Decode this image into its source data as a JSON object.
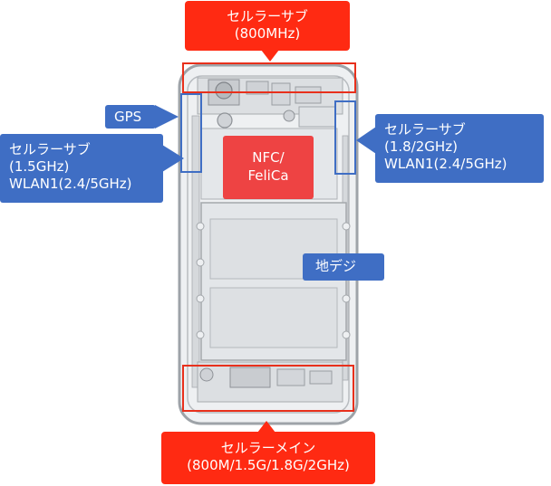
{
  "diagram": {
    "top_label": {
      "line1": "セルラーサブ",
      "line2": "(800MHz)"
    },
    "bottom_label": {
      "line1": "セルラーメイン",
      "line2": "(800M/1.5G/1.8G/2GHz)"
    },
    "gps_label": "GPS",
    "left_label": {
      "line1": "セルラーサブ",
      "line2": "(1.5GHz)",
      "line3": "WLAN1(2.4/5GHz)"
    },
    "right_label": {
      "line1": "セルラーサブ",
      "line2": "(1.8/2GHz)",
      "line3": "WLAN1(2.4/5GHz)"
    },
    "nfc_label": {
      "line1": "NFC/",
      "line2": "FeliCa"
    },
    "tv_label": "地デジ"
  },
  "colors": {
    "red_label": "#ff2a12",
    "blue_label": "#3f6ec4",
    "nfc_fill": "#f02828",
    "antenna_outline_red": "#e8301c",
    "antenna_outline_blue": "#3f6ec4",
    "phone_outline": "#9ea3a8",
    "phone_fill": "#e2e5e8"
  }
}
